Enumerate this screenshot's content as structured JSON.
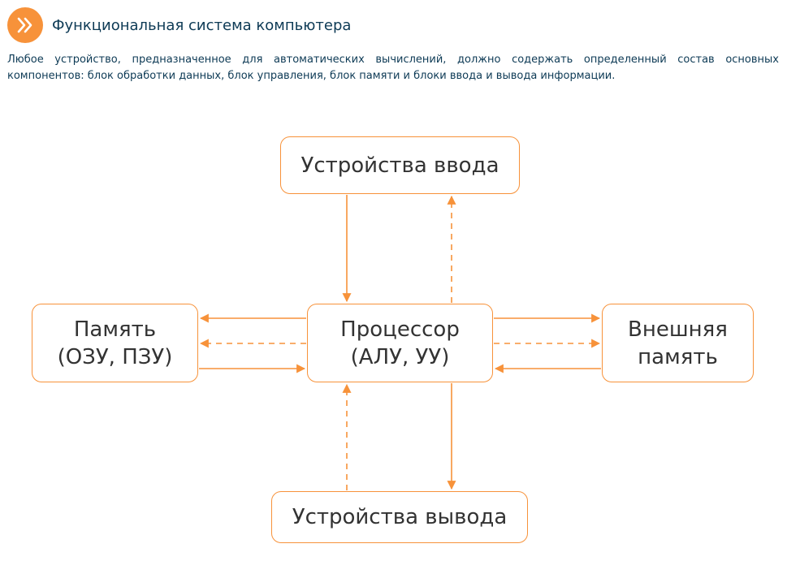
{
  "header": {
    "title": "Функциональная система компьютера",
    "icon": "double-chevron-right-icon",
    "badge_color": "#f7923a"
  },
  "intro": {
    "text": "Любое устройство, предназначенное для автоматических вычислений, должно содержать определенный состав основных компонентов: блок обработки данных, блок управления, блок памяти и блоки ввода и вывода информации."
  },
  "diagram": {
    "accent_color": "#f7923a",
    "nodes": {
      "input": "Устройства ввода",
      "memory": "Память\n(ОЗУ, ПЗУ)",
      "cpu": "Процессор\n(АЛУ, УУ)",
      "external": "Внешняя\nпамять",
      "output": "Устройства вывода"
    },
    "edges": [
      {
        "from": "input",
        "to": "cpu",
        "style": "solid"
      },
      {
        "from": "cpu",
        "to": "input",
        "style": "dashed"
      },
      {
        "from": "cpu",
        "to": "memory",
        "style": "solid"
      },
      {
        "from": "cpu",
        "to": "memory",
        "style": "dashed"
      },
      {
        "from": "memory",
        "to": "cpu",
        "style": "solid"
      },
      {
        "from": "cpu",
        "to": "external",
        "style": "solid"
      },
      {
        "from": "cpu",
        "to": "external",
        "style": "dashed"
      },
      {
        "from": "external",
        "to": "cpu",
        "style": "solid"
      },
      {
        "from": "cpu",
        "to": "output",
        "style": "solid"
      },
      {
        "from": "output",
        "to": "cpu",
        "style": "dashed"
      }
    ]
  }
}
